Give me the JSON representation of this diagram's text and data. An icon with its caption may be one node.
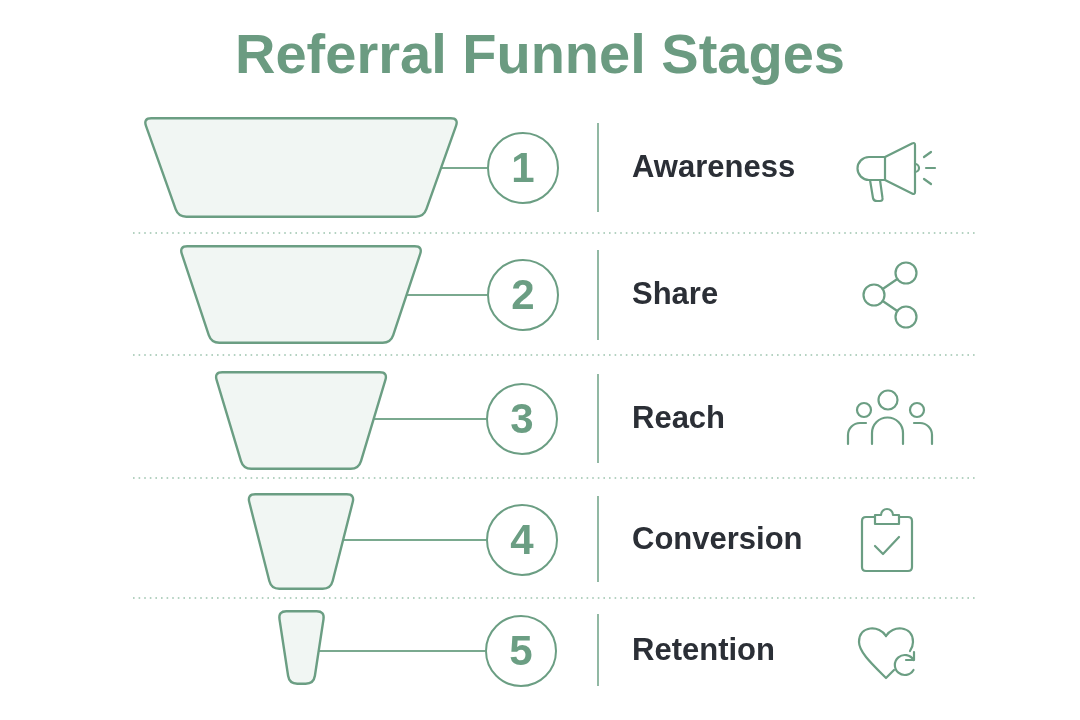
{
  "diagram": {
    "title": "Referral Funnel Stages",
    "nodes": [
      {
        "text": [],
        "shape": "trapezoid"
      },
      {
        "text": [
          "1"
        ]
      },
      {
        "text": [],
        "shape": "trapezoid"
      },
      {
        "text": [
          "2"
        ]
      },
      {
        "text": [],
        "shape": "trapezoid"
      },
      {
        "text": [
          "3"
        ]
      },
      {
        "text": [],
        "shape": "trapezoid"
      },
      {
        "text": [
          "4"
        ]
      },
      {
        "text": [],
        "shape": "trapezoid"
      },
      {
        "text": [
          "5"
        ]
      }
    ],
    "edges": [
      {
        "from": 0,
        "to": 1,
        "arrow": "none"
      },
      {
        "from": 2,
        "to": 3,
        "arrow": "none"
      },
      {
        "from": 4,
        "to": 5,
        "arrow": "none"
      },
      {
        "from": 6,
        "to": 7,
        "arrow": "none"
      },
      {
        "from": 8,
        "to": 9,
        "arrow": "none"
      }
    ],
    "labels": [
      "Awareness",
      "Share",
      "Reach",
      "Conversion",
      "Retention"
    ]
  }
}
